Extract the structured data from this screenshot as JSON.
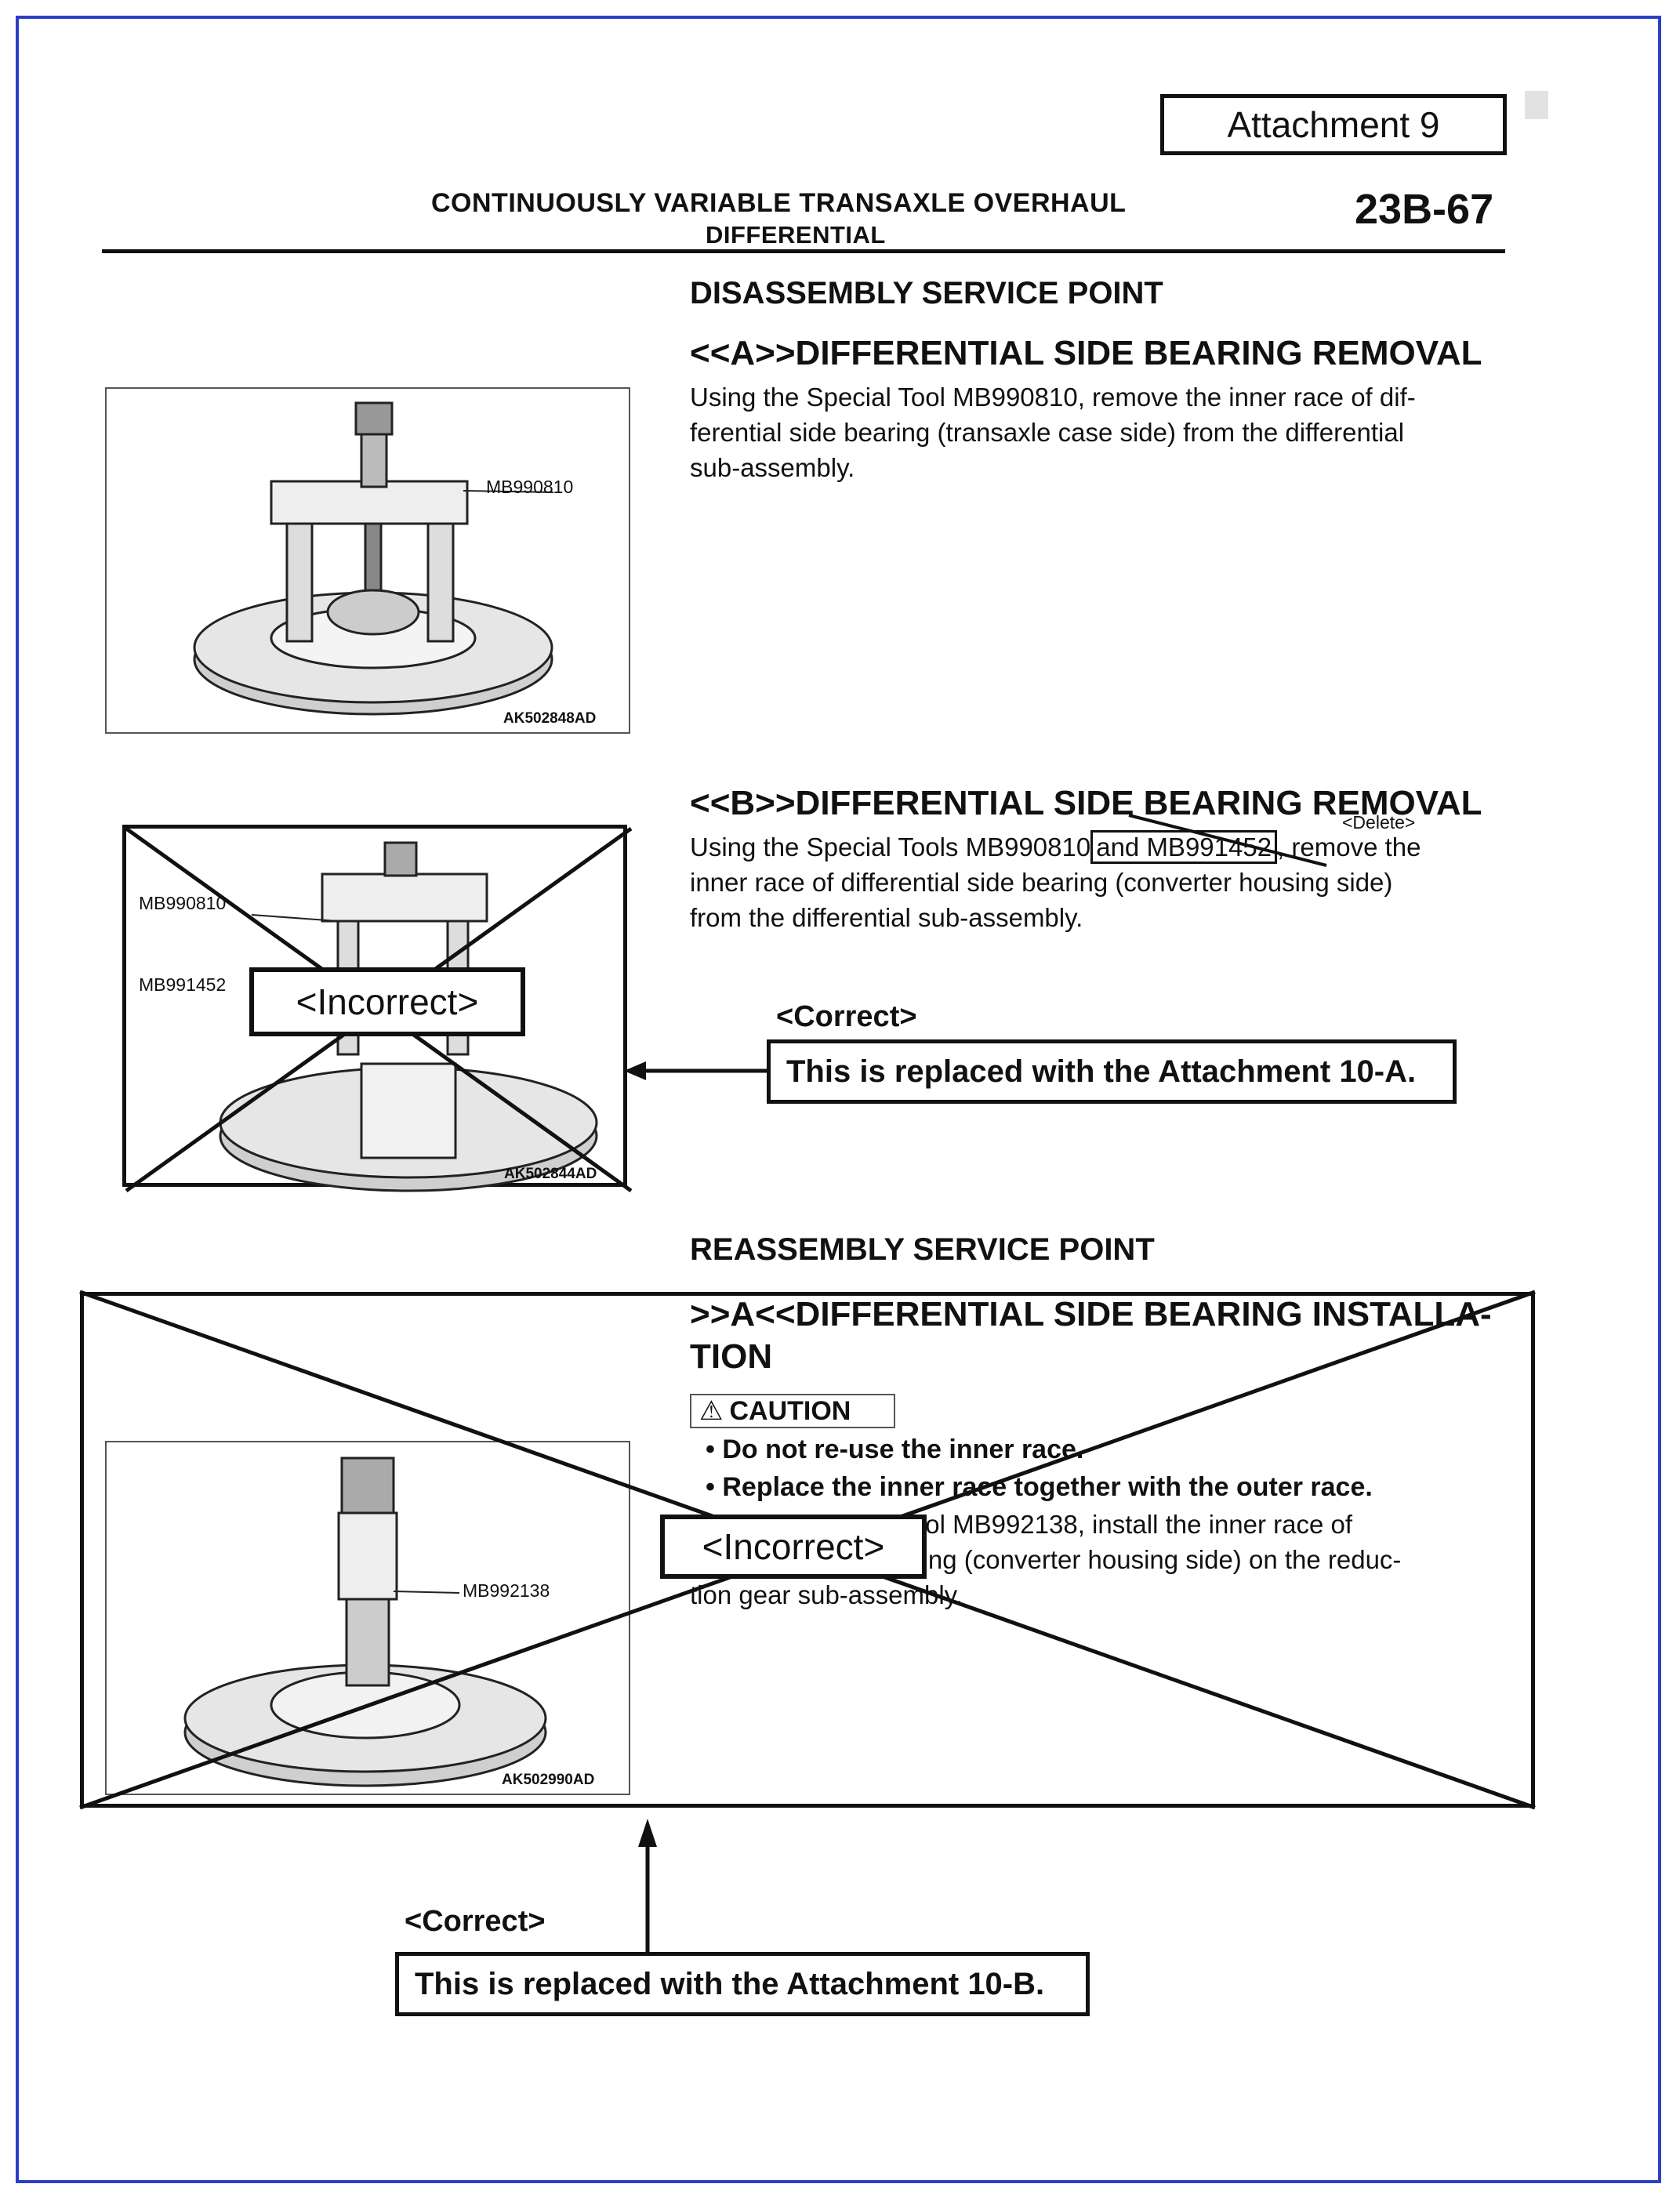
{
  "attachment_label": "Attachment 9",
  "header": {
    "title": "CONTINUOUSLY VARIABLE TRANSAXLE OVERHAUL",
    "subtitle": "DIFFERENTIAL",
    "page_number": "23B-67"
  },
  "disassembly": {
    "heading": "DISASSEMBLY SERVICE POINT",
    "a_title": "<<A>>DIFFERENTIAL SIDE BEARING REMOVAL",
    "a_lines": [
      "Using the Special Tool MB990810, remove the inner race of dif-",
      "ferential side bearing (transaxle case side) from the differential",
      "sub-assembly."
    ],
    "fig1_label": "MB990810",
    "fig1_code": "AK502848AD",
    "b_title": "<<B>>DIFFERENTIAL SIDE BEARING REMOVAL",
    "b_line1_start": "Using the Special Tools MB990810",
    "b_line1_deleted": "and MB991452",
    "b_line1_end": ", remove the",
    "b_line2": "inner race of differential side bearing (converter housing side)",
    "b_line3": "from the differential sub-assembly.",
    "delete_note": "<Delete>",
    "fig2_label1": "MB990810",
    "fig2_label2": "MB991452",
    "fig2_code": "AK502844AD"
  },
  "incorrect_label": "<Incorrect>",
  "correct_label": "<Correct>",
  "replacement_a": "This is replaced with the Attachment 10-A.",
  "replacement_b": "This is replaced with the Attachment 10-B.",
  "reassembly": {
    "heading": "REASSEMBLY SERVICE POINT",
    "title_line1": ">>A<<DIFFERENTIAL SIDE BEARING INSTALLA-",
    "title_line2": "TION",
    "caution": "CAUTION",
    "bullet1": "Do not re-use the inner race.",
    "bullet2": "Replace the inner race together with the outer race.",
    "body_lines": [
      "Using the Special Tool MB992138, install the inner race of",
      "differential side bearing (converter housing side) on the reduc-",
      "tion gear sub-assembly."
    ],
    "fig3_label": "MB992138",
    "fig3_code": "AK502990AD"
  }
}
